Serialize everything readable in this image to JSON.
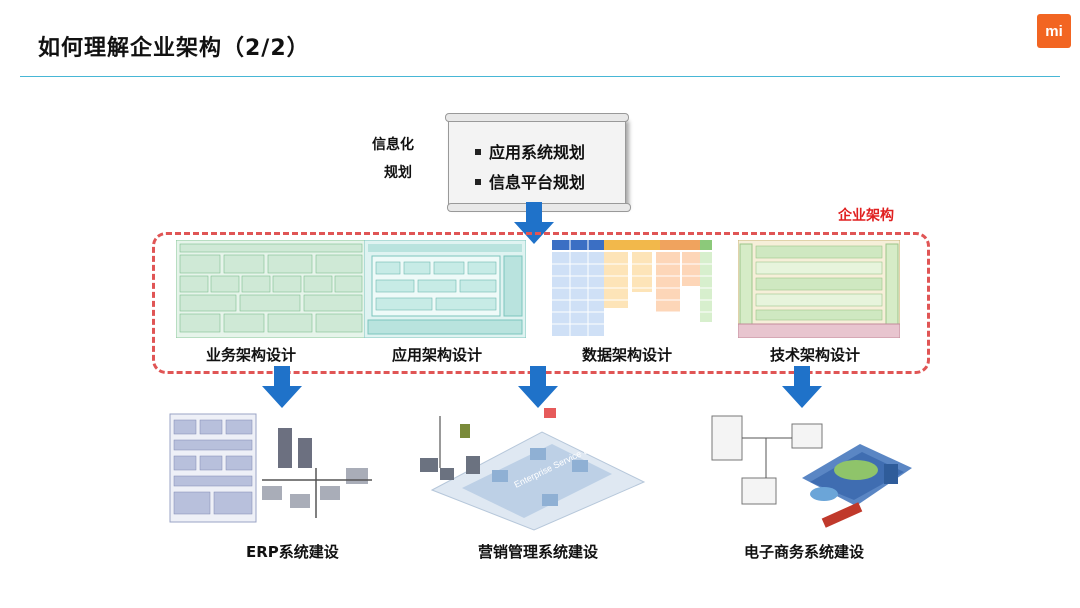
{
  "slide": {
    "title": "如何理解企业架构（2/2）",
    "logo_text": "mi",
    "brand_color": "#f26522",
    "rule_color": "#48b7d6"
  },
  "planning": {
    "label_line1": "信息化",
    "label_line2": "规划",
    "items": [
      "应用系统规划",
      "信息平台规划"
    ]
  },
  "enterprise_architecture": {
    "label": "企业架构",
    "accent_color": "#e02020",
    "designs": [
      "业务架构设计",
      "应用架构设计",
      "数据架构设计",
      "技术架构设计"
    ]
  },
  "systems": [
    "ERP系统建设",
    "营销管理系统建设",
    "电子商务系统建设"
  ],
  "diagram_text": {
    "esb": "Enterprise Service Bus"
  },
  "colors": {
    "arrow": "#1f72c9"
  }
}
